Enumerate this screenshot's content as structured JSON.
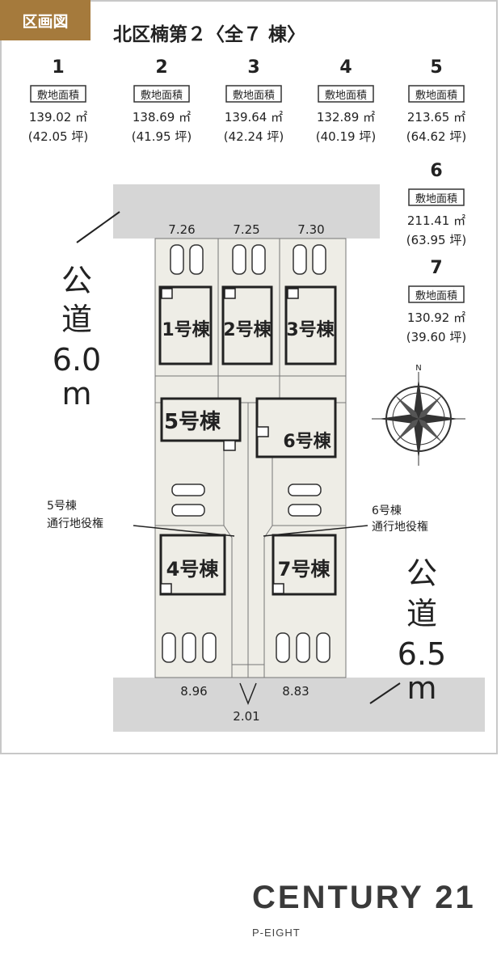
{
  "tag": "区画図",
  "title": "北区楠第２〈全７ 棟〉",
  "area_label": "敷地面積",
  "lots": [
    {
      "no": "1",
      "area": "139.02 ㎡",
      "tsubo": "(42.05 坪)"
    },
    {
      "no": "2",
      "area": "138.69 ㎡",
      "tsubo": "(41.95 坪)"
    },
    {
      "no": "3",
      "area": "139.64 ㎡",
      "tsubo": "(42.24 坪)"
    },
    {
      "no": "4",
      "area": "132.89 ㎡",
      "tsubo": "(40.19 坪)"
    },
    {
      "no": "5",
      "area": "213.65 ㎡",
      "tsubo": "(64.62 坪)"
    },
    {
      "no": "6",
      "area": "211.41 ㎡",
      "tsubo": "(63.95 坪)"
    },
    {
      "no": "7",
      "area": "130.92 ㎡",
      "tsubo": "(39.60 坪)"
    }
  ],
  "buildings": [
    "1号棟",
    "2号棟",
    "3号棟",
    "4号棟",
    "5号棟",
    "6号棟",
    "7号棟"
  ],
  "frontage": {
    "top": [
      "7.26",
      "7.25",
      "7.30"
    ],
    "bottom": [
      "8.96",
      "8.83"
    ],
    "passage": "2.01"
  },
  "roads": {
    "west": [
      "公",
      "道",
      "6.0",
      "m"
    ],
    "south": [
      "公",
      "道",
      "6.5",
      "m"
    ]
  },
  "easements": {
    "lot5": [
      "5号棟",
      "通行地役権"
    ],
    "lot6": [
      "6号棟",
      "通行地役権"
    ]
  },
  "compass": "N",
  "brand": {
    "logo": "CENTURY 21",
    "sub": "P-EIGHT"
  },
  "colors": {
    "tag": "#a57a3c",
    "road": "#d6d6d6",
    "site": "#eeede6"
  }
}
